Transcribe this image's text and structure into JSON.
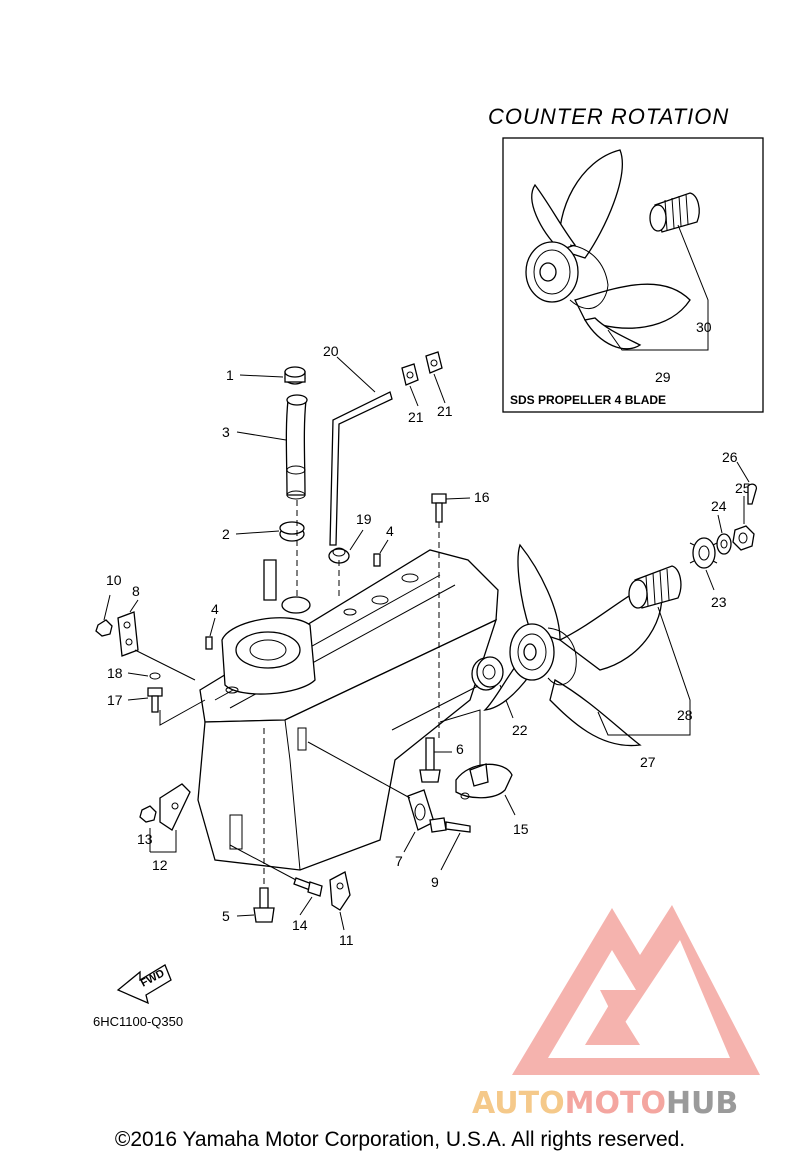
{
  "inset": {
    "title": "COUNTER  ROTATION",
    "subtitle": "SDS PROPELLER 4 BLADE"
  },
  "diagram_code": "6HC1100-Q350",
  "fwd_label": "FWD",
  "callouts": {
    "p1": "1",
    "p2": "2",
    "p3": "3",
    "p4a": "4",
    "p4b": "4",
    "p5": "5",
    "p6": "6",
    "p7": "7",
    "p8": "8",
    "p9": "9",
    "p10": "10",
    "p11": "11",
    "p12": "12",
    "p13": "13",
    "p14": "14",
    "p15": "15",
    "p16": "16",
    "p17": "17",
    "p18": "18",
    "p19": "19",
    "p20": "20",
    "p21a": "21",
    "p21b": "21",
    "p22": "22",
    "p23": "23",
    "p24": "24",
    "p25": "25",
    "p26": "26",
    "p27": "27",
    "p28": "28",
    "p29": "29",
    "p30": "30"
  },
  "watermark": {
    "part1": "AUTO",
    "part2": "MOTO",
    "part3": "HUB",
    "color1": "#f5c98a",
    "color2": "#f4a6a0",
    "color3": "#9a9a9a"
  },
  "copyright": "©2016 Yamaha Motor Corporation, U.S.A. All rights reserved."
}
